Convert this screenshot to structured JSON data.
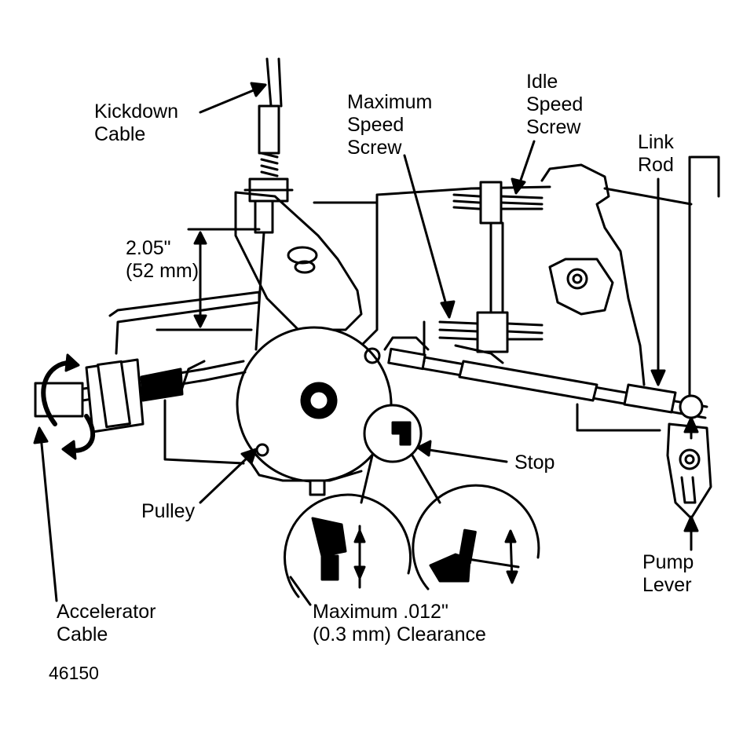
{
  "labels": {
    "kickdown_cable": [
      "Kickdown",
      "Cable"
    ],
    "maximum_speed_screw": [
      "Maximum",
      "Speed",
      "Screw"
    ],
    "idle_speed_screw": [
      "Idle",
      "Speed",
      "Screw"
    ],
    "link_rod": [
      "Link",
      "Rod"
    ],
    "dimension": [
      "2.05\"",
      "(52 mm)"
    ],
    "stop": "Stop",
    "pulley": "Pulley",
    "pump_lever": [
      "Pump",
      "Lever"
    ],
    "accelerator_cable": [
      "Accelerator",
      "Cable"
    ],
    "clearance": [
      "Maximum .012\"",
      "(0.3 mm) Clearance"
    ],
    "figure_number": "46150"
  },
  "colors": {
    "ink": "#000000",
    "paper": "#ffffff"
  }
}
